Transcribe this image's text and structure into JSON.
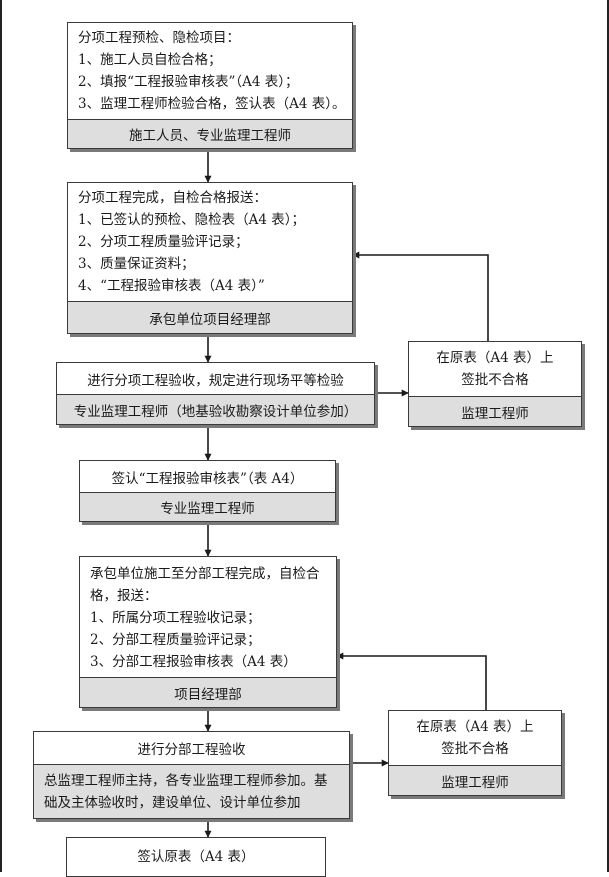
{
  "steps": {
    "s1": {
      "lines": [
        "分项工程预检、隐检项目：",
        "1、施工人员自检合格；",
        "2、填报“工程报验审核表”（A4 表）；",
        "3、监理工程师检验合格，签认表（A4 表）。"
      ],
      "footer": "施工人员、专业监理工程师"
    },
    "s2": {
      "lines": [
        "分项工程完成，自检合格报送：",
        "1、已签认的预检、隐检表（A4 表）；",
        "2、分项工程质量验评记录；",
        "3、质量保证资料；",
        "4、“工程报验审核表（A4 表）”"
      ],
      "footer": "承包单位项目经理部"
    },
    "s3": {
      "title": "进行分项工程验收，规定进行现场平等检验",
      "footer": "专业监理工程师（地基验收勘察设计单位参加）"
    },
    "r1": {
      "lines": [
        "在原表（A4 表）上",
        "签批不合格"
      ],
      "footer": "监理工程师"
    },
    "s4": {
      "title": "签认“工程报验审核表”（表 A4）",
      "footer": "专业监理工程师"
    },
    "s5": {
      "lines": [
        "承包单位施工至分部工程完成，自检合",
        "格，报送：",
        "1、所属分项工程验收记录；",
        "2、分部工程质量验评记录；",
        "3、分部工程报验审核表（A4 表）"
      ],
      "footer": "项目经理部"
    },
    "s6": {
      "title": "进行分部工程验收",
      "footer_lines": [
        "总监理工程师主持，各专业监理工程师参加。基",
        "础及主体验收时，建设单位、设计单位参加"
      ]
    },
    "r2": {
      "lines": [
        "在原表（A4 表）上",
        "签批不合格"
      ],
      "footer": "监理工程师"
    },
    "s7": {
      "title": "签认原表（A4 表）"
    }
  }
}
